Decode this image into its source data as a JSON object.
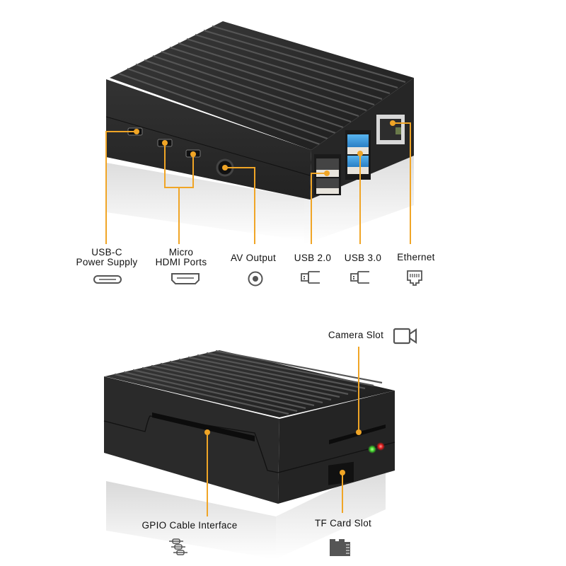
{
  "top_product": {
    "view": "rear-side ports view",
    "callouts": [
      {
        "id": "usb_c",
        "label_line1": "USB-C",
        "label_line2": "Power Supply",
        "icon": "usb-c-port-icon"
      },
      {
        "id": "micro_hdmi",
        "label_line1": "Micro",
        "label_line2": "HDMI Ports",
        "icon": "hdmi-port-icon"
      },
      {
        "id": "av_output",
        "label_line1": "AV Output",
        "label_line2": "",
        "icon": "av-jack-icon"
      },
      {
        "id": "usb_2",
        "label_line1": "USB 2.0",
        "label_line2": "",
        "icon": "usb-plug-icon"
      },
      {
        "id": "usb_3",
        "label_line1": "USB 3.0",
        "label_line2": "",
        "icon": "usb-plug-icon"
      },
      {
        "id": "ethernet",
        "label_line1": "Ethernet",
        "label_line2": "",
        "icon": "ethernet-port-icon"
      }
    ]
  },
  "bottom_product": {
    "view": "front view",
    "callouts": [
      {
        "id": "camera_slot",
        "label": "Camera Slot",
        "icon": "video-camera-icon"
      },
      {
        "id": "gpio",
        "label": "GPIO Cable Interface",
        "icon": "gpio-cable-icon"
      },
      {
        "id": "tf_card",
        "label": "TF Card Slot",
        "icon": "micro-sd-card-icon"
      }
    ],
    "leds": [
      {
        "color": "#3ecf2a",
        "name": "green-led"
      },
      {
        "color": "#e21b1b",
        "name": "red-led"
      }
    ]
  },
  "colors": {
    "leader_line": "#f0a526",
    "case_body": "#2b2b2b",
    "icon_gray": "#555555",
    "text": "#111111",
    "background": "#ffffff"
  }
}
